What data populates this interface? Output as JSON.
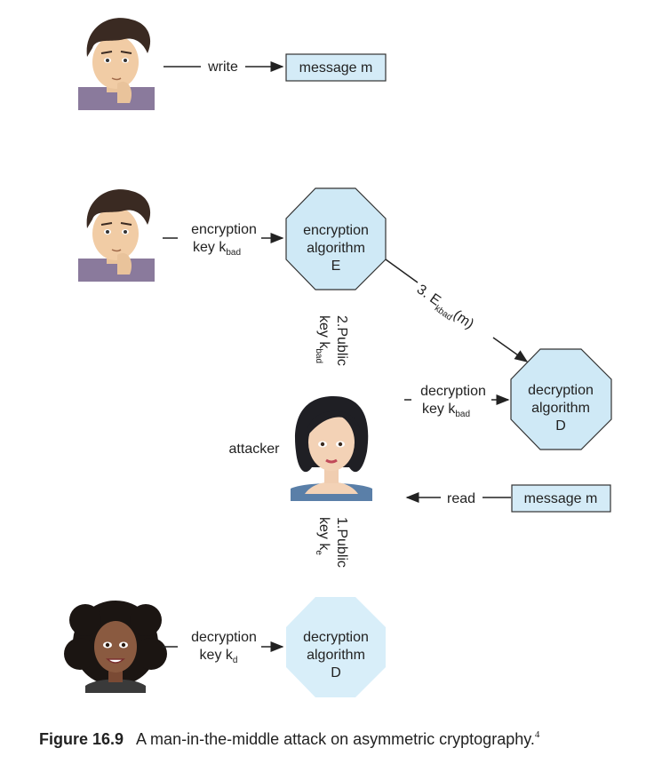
{
  "row1": {
    "arrow_label": "write",
    "box_text": "message m"
  },
  "row2": {
    "key_label_line1": "encryption",
    "key_label_line2": "key k",
    "key_label_sub": "bad",
    "oct_lines": [
      "encryption",
      "algorithm",
      "E"
    ]
  },
  "step3": {
    "text": "3. E",
    "sub": "kbad",
    "tail": "(m)"
  },
  "step2": {
    "line1": "2.Public",
    "line2": "key k",
    "sub": "bad"
  },
  "attacker": {
    "label": "attacker",
    "dec_label_line1": "decryption",
    "dec_label_line2": "key k",
    "dec_label_sub": "bad",
    "dec_oct_lines": [
      "decryption",
      "algorithm",
      "D"
    ],
    "read_label": "read",
    "read_box": "message m"
  },
  "step1": {
    "line1": "1.Public",
    "line2": "key k",
    "sub": "e"
  },
  "row4": {
    "key_label_line1": "decryption",
    "key_label_line2": "key k",
    "key_label_sub": "d",
    "oct_lines": [
      "decryption",
      "algorithm",
      "D"
    ]
  },
  "caption": {
    "figure": "Figure 16.9",
    "text": "A man-in-the-middle attack on asymmetric cryptography.",
    "footnote": "4"
  },
  "colors": {
    "octagon_fill": "#cfe9f6",
    "octagon_light": "#d8eef9",
    "box_fill": "#d4ebf7",
    "stroke": "#333333"
  },
  "icons": [
    "person-man-icon",
    "person-attacker-icon",
    "person-receiver-icon"
  ]
}
